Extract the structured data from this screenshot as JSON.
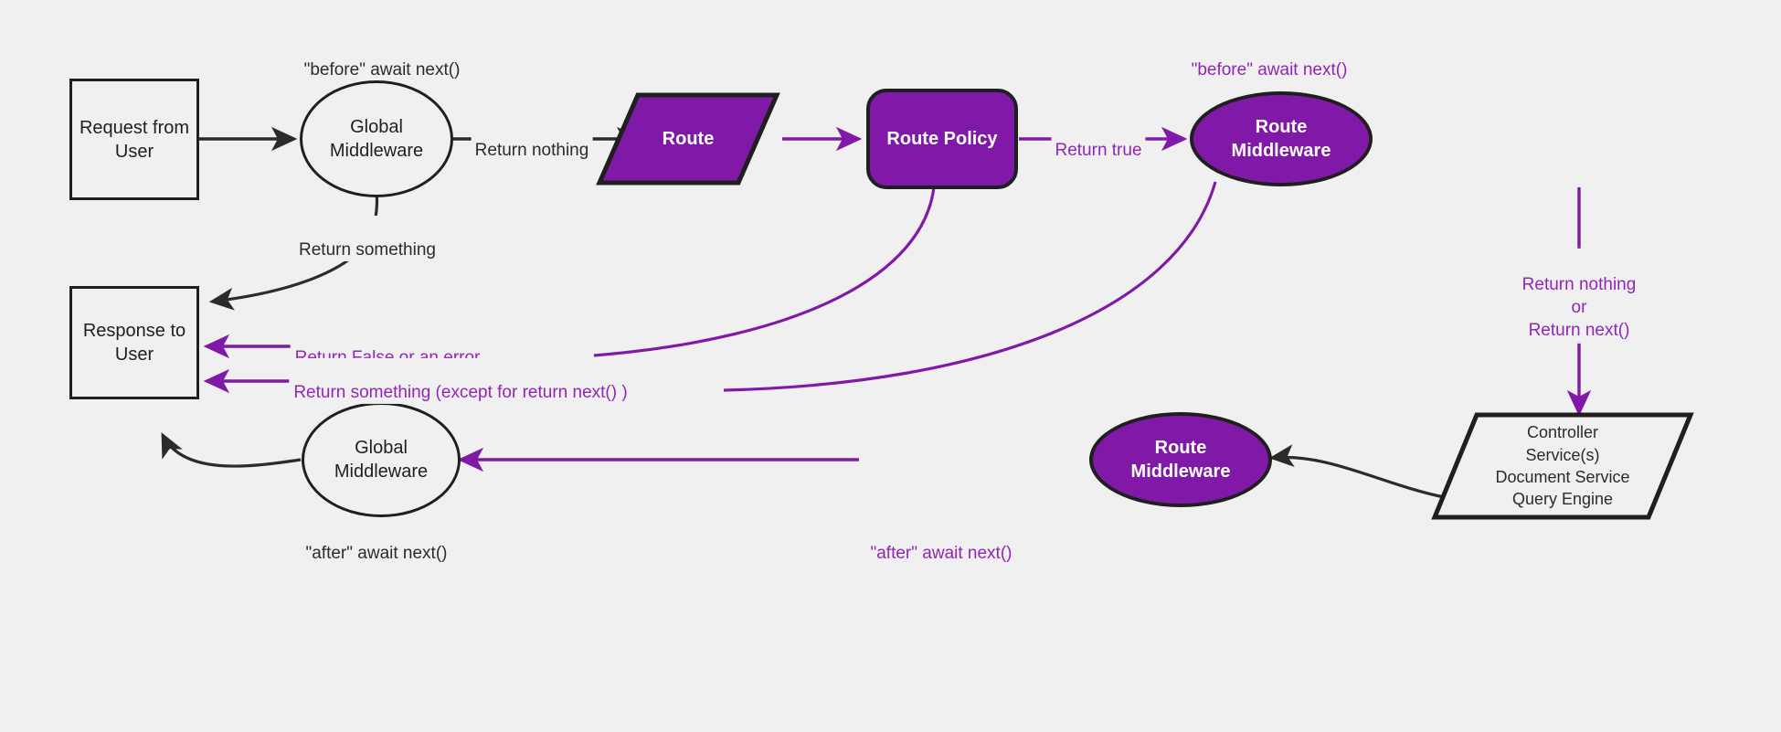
{
  "theme": {
    "background": "#f0f0f0",
    "dark_stroke": "#1f1f1f",
    "purple_fill": "#8019a7",
    "purple_stroke": "#9225b5",
    "purple_text": "#9225b5",
    "dark_text": "#2b2b2b",
    "light_text": "#ffffff"
  },
  "nodes": {
    "request_from_user": {
      "label": "Request from\nUser",
      "shape": "rectangle"
    },
    "global_middleware_top": {
      "label": "Global\nMiddleware",
      "shape": "ellipse"
    },
    "route": {
      "label": "Route",
      "shape": "parallelogram"
    },
    "route_policy": {
      "label": "Route Policy",
      "shape": "rounded-rectangle"
    },
    "route_middleware_top": {
      "label": "Route\nMiddleware",
      "shape": "ellipse"
    },
    "controller_stack": {
      "label": "Controller\nService(s)\nDocument Service\nQuery Engine",
      "shape": "parallelogram"
    },
    "route_middleware_bottom": {
      "label": "Route\nMiddleware",
      "shape": "ellipse"
    },
    "global_middleware_bottom": {
      "label": "Global\nMiddleware",
      "shape": "ellipse"
    },
    "response_to_user": {
      "label": "Response to\nUser",
      "shape": "rectangle"
    }
  },
  "annotations": {
    "before_await_next_global": "\"before\" await next()",
    "before_await_next_route": "\"before\" await next()",
    "after_await_next_global": "\"after\" await next()",
    "after_await_next_route": "\"after\" await next()"
  },
  "edge_labels": {
    "return_nothing_global": "Return nothing",
    "return_something_global": "Return something",
    "return_true": "Return true",
    "return_nothing_or_next": "Return nothing\nor\nReturn next()",
    "return_false_or_error": "Return False or an error",
    "return_something_except_next": "Return something (except for return next() )"
  }
}
